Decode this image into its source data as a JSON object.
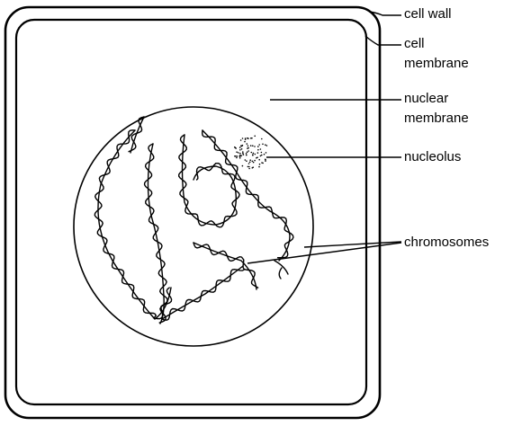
{
  "labels": {
    "cell_wall": "cell wall",
    "cell_membrane_line1": "cell",
    "cell_membrane_line2": "membrane",
    "nuclear_membrane_line1": "nuclear",
    "nuclear_membrane_line2": "membrane",
    "nucleolus": "nucleolus",
    "chromosomes": "chromosomes"
  },
  "colors": {
    "ink": "#000000",
    "background": "#ffffff"
  }
}
